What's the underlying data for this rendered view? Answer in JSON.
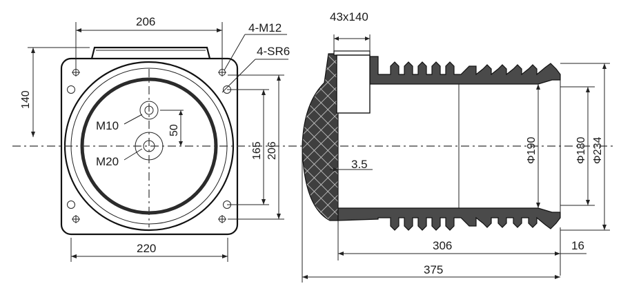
{
  "front_view": {
    "width_top": "206",
    "thread_holes": "4-M12",
    "sr_holes": "4-SR6",
    "height_left": "140",
    "bolt_top": "M10",
    "bolt_offset": "50",
    "bolt_center": "M20",
    "inner_span": "165",
    "outer_span": "206",
    "base_width": "220"
  },
  "side_view": {
    "slot_size": "43x140",
    "dia_inner": "Φ190",
    "dia_mid": "Φ180",
    "dia_outer": "Φ234",
    "wall": "3.5",
    "body_length": "306",
    "flange_length": "16",
    "total_length": "375"
  }
}
